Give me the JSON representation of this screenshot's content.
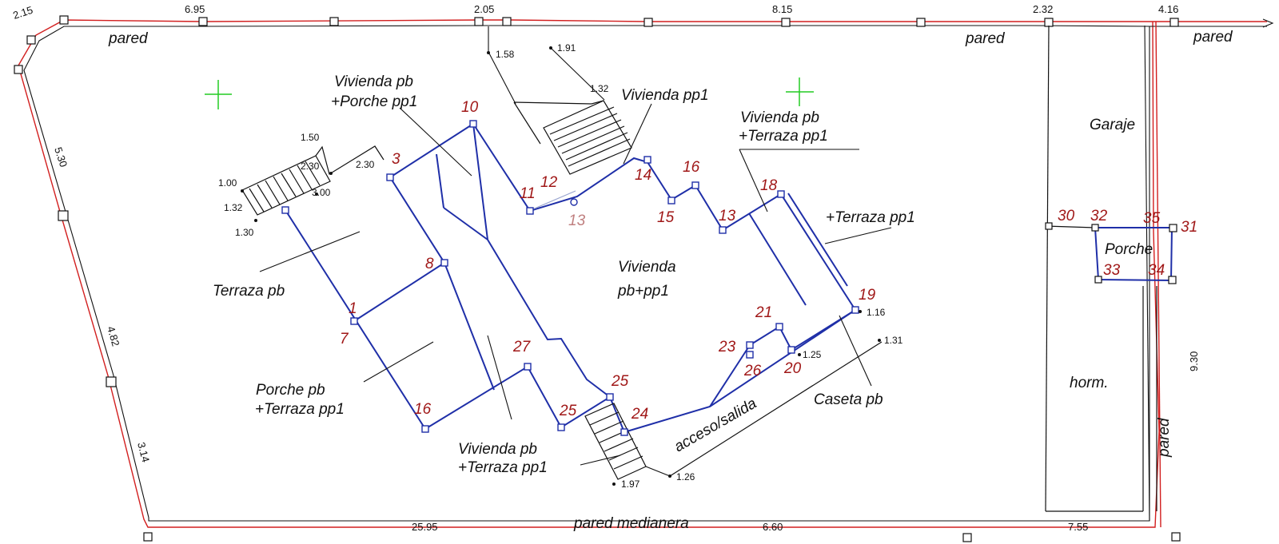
{
  "labels": {
    "pared_top_left": "pared",
    "pared_top_mid": "pared",
    "pared_top_right": "pared",
    "pared_right_vertical": "pared",
    "pared_medianera": "pared medianera",
    "vivienda_pb_porche": [
      "Vivienda pb",
      "+Porche pp1"
    ],
    "vivienda_pp1": "Vivienda pp1",
    "vivienda_pb_terraza_top": [
      "Vivienda pb",
      "+Terraza pp1"
    ],
    "garaje": "Garaje",
    "terraza_pp1": "+Terraza pp1",
    "porche": "Porche",
    "terraza_pb": "Terraza pb",
    "vivienda_center": [
      "Vivienda",
      "pb+pp1"
    ],
    "porche_pb": [
      "Porche pb",
      "+Terraza pp1"
    ],
    "vivienda_pb_terraza_bottom": [
      "Vivienda pb",
      "+Terraza pp1"
    ],
    "acceso_salida": "acceso/salida",
    "caseta_pb": "Caseta pb",
    "horm": "horm."
  },
  "point_numbers": {
    "p10": "10",
    "p3": "3",
    "p11": "11",
    "p12": "12",
    "p13a": "13",
    "p14": "14",
    "p16a": "16",
    "p15": "15",
    "p13b": "13",
    "p18": "18",
    "p8": "8",
    "p1": "1",
    "p7": "7",
    "p16b": "16",
    "p27": "27",
    "p25a": "25",
    "p25b": "25",
    "p24": "24",
    "p21": "21",
    "p23": "23",
    "p26": "26",
    "p20": "20",
    "p19": "19",
    "p30": "30",
    "p32": "32",
    "p35": "35",
    "p31": "31",
    "p33": "33",
    "p34": "34"
  },
  "dimensions": {
    "d215": "2.15",
    "d695": "6.95",
    "d205": "2.05",
    "d815": "8.15",
    "d232": "2.32",
    "d416": "4.16",
    "d158": "1.58",
    "d191": "1.91",
    "d132a": "1.32",
    "d150": "1.50",
    "d230a": "2.30",
    "d230b": "2.30",
    "d100": "1.00",
    "d300": "3.00",
    "d132b": "1.32",
    "d130": "1.30",
    "d530": "5.30",
    "d482": "4.82",
    "d314": "3.14",
    "d116": "1.16",
    "d131": "1.31",
    "d125": "1.25",
    "d126": "1.26",
    "d197": "1.97",
    "d930": "9.30",
    "d2595": "25.95",
    "d660": "6.60",
    "d755": "7.55"
  },
  "colors": {
    "boundary": "#d21f1f",
    "building_outline": "#1f2fa8",
    "point_number": "#a01818",
    "reference_cross": "#22cc22"
  }
}
